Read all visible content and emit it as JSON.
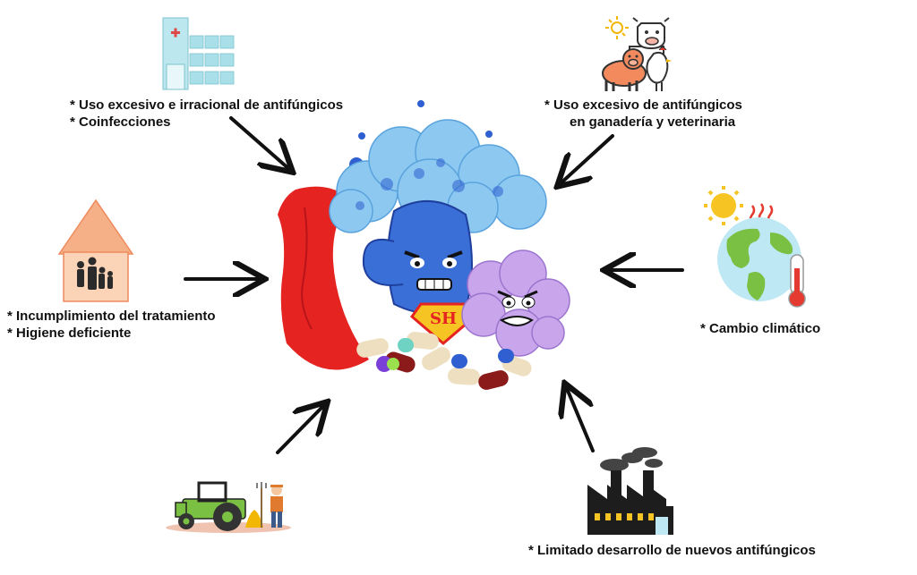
{
  "causes": {
    "hospital": {
      "icon": "hospital-icon",
      "lines": [
        "*  Uso excesivo e irracional de antifúngicos",
        "*  Coinfecciones"
      ]
    },
    "livestock": {
      "icon": "livestock-icon",
      "lines": [
        "*  Uso excesivo de antifúngicos",
        "en ganadería y veterinaria"
      ]
    },
    "home": {
      "icon": "family-house-icon",
      "lines": [
        "*  Incumplimiento del tratamiento",
        "*  Higiene deficiente"
      ]
    },
    "climate": {
      "icon": "globe-thermometer-icon",
      "lines": [
        "*  Cambio climático"
      ]
    },
    "agriculture": {
      "icon": "tractor-farmer-icon",
      "lines": []
    },
    "industry": {
      "icon": "factory-icon",
      "lines": [
        "*  Limitado desarrollo de nuevos antifúngicos"
      ]
    }
  },
  "center": {
    "icon": "superhero-fungi-icon",
    "badge": "SH"
  },
  "colors": {
    "arrow": "#111111",
    "fungus_blue": "#3a6fd8",
    "fungus_cloud": "#8cc8f0",
    "fungus_purple": "#c9a6ec",
    "cape": "#e52421",
    "badge_yellow": "#f6c423"
  }
}
